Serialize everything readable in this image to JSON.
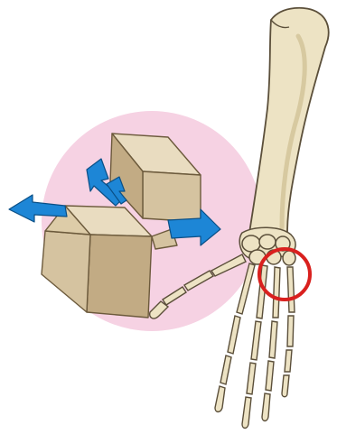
{
  "colors": {
    "background": "#ffffff",
    "callout_fill": "#f6d2e3",
    "bone_fill": "#ede3c4",
    "bone_shade": "#d7c9a0",
    "bone_outline": "#5b4f3a",
    "block_top": "#e9dcc0",
    "block_front": "#d5c3a0",
    "block_side": "#c2ab84",
    "arrow_fill": "#1d86d6",
    "arrow_outline": "#0a4f86",
    "highlight_ring": "#d9201e"
  },
  "icons": {
    "callout": "pink-circle-callout",
    "joint_model": "sliding-blocks-icon",
    "motion_arrows": "directional-arrow-icon",
    "skeleton": "forearm-hand-skeleton",
    "marker": "red-circle-marker"
  }
}
